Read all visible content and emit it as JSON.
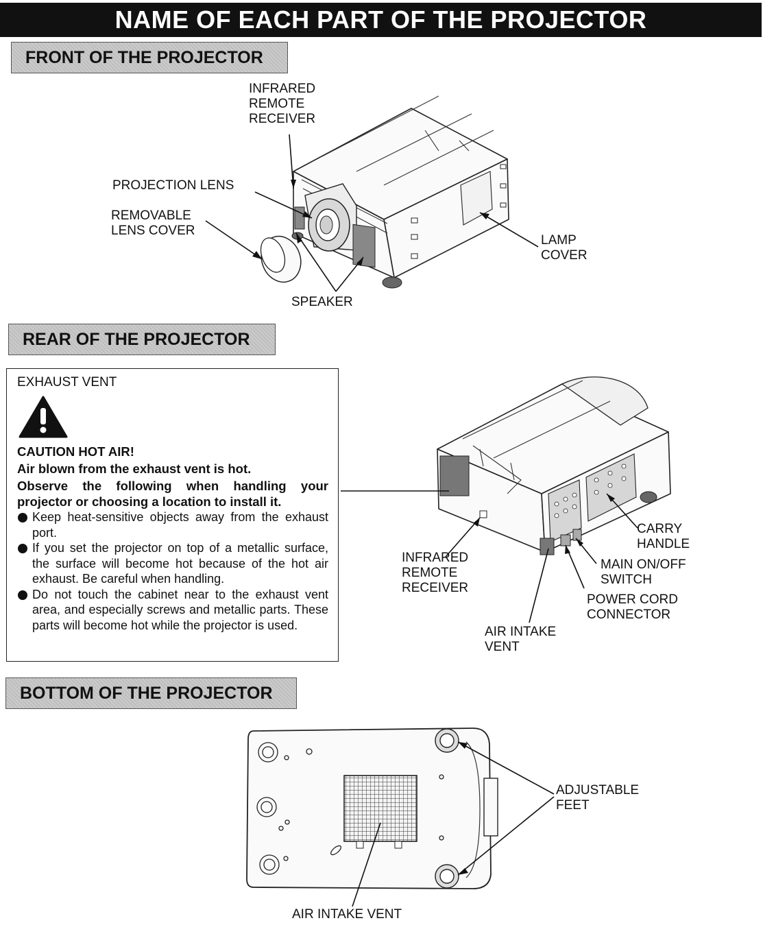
{
  "page_title": "NAME OF EACH PART OF THE PROJECTOR",
  "front": {
    "header": "FRONT OF THE PROJECTOR",
    "labels": {
      "infrared_remote_receiver": "INFRARED\nREMOTE\nRECEIVER",
      "projection_lens": "PROJECTION LENS",
      "removable_lens_cover": "REMOVABLE\nLENS COVER",
      "lamp_cover": "LAMP\nCOVER",
      "speaker": "SPEAKER"
    }
  },
  "rear": {
    "header": "REAR OF THE PROJECTOR",
    "caution": {
      "exhaust_vent": "EXHAUST VENT",
      "caution_title": "CAUTION HOT AIR!",
      "line1": "Air blown from the exhaust vent is hot.",
      "line2": "Observe the following when handling your projector or choosing a location to install it.",
      "bullets": [
        "Keep heat-sensitive objects away from the exhaust port.",
        "If you set the projector on top of a metallic surface, the surface will become hot because of the hot air exhaust. Be careful when handling.",
        "Do not touch the cabinet near to the exhaust vent area, and especially screws and metallic parts. These parts will become hot while the projector is used."
      ]
    },
    "labels": {
      "infrared_remote_receiver": "INFRARED\nREMOTE\nRECEIVER",
      "air_intake_vent": "AIR INTAKE\nVENT",
      "carry_handle": "CARRY\nHANDLE",
      "main_switch": "MAIN ON/OFF\nSWITCH",
      "power_cord": "POWER CORD\nCONNECTOR"
    }
  },
  "bottom": {
    "header": "BOTTOM OF THE PROJECTOR",
    "labels": {
      "adjustable_feet": "ADJUSTABLE\nFEET",
      "air_intake_vent": "AIR INTAKE VENT"
    }
  }
}
